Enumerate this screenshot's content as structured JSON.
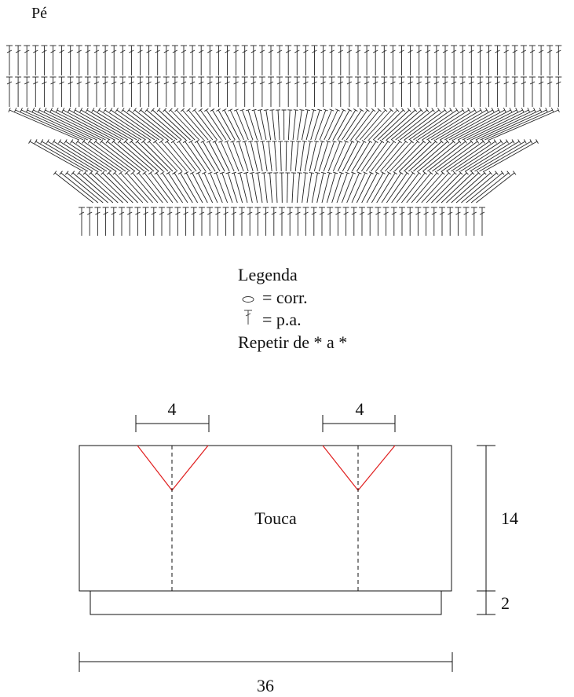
{
  "pattern": {
    "title": "Pé"
  },
  "legend": {
    "title": "Legenda",
    "chain_label": "= corr.",
    "dc_label": "= p.a.",
    "repeat_note": "Repetir de * a *",
    "chain_icon": "oval-chain-symbol",
    "dc_icon": "double-crochet-symbol"
  },
  "schematic": {
    "center_label": "Touca",
    "width": "36",
    "height": "14",
    "band_height": "2",
    "left_dart_width": "4",
    "right_dart_width": "4",
    "dart_color": "#e02020"
  }
}
